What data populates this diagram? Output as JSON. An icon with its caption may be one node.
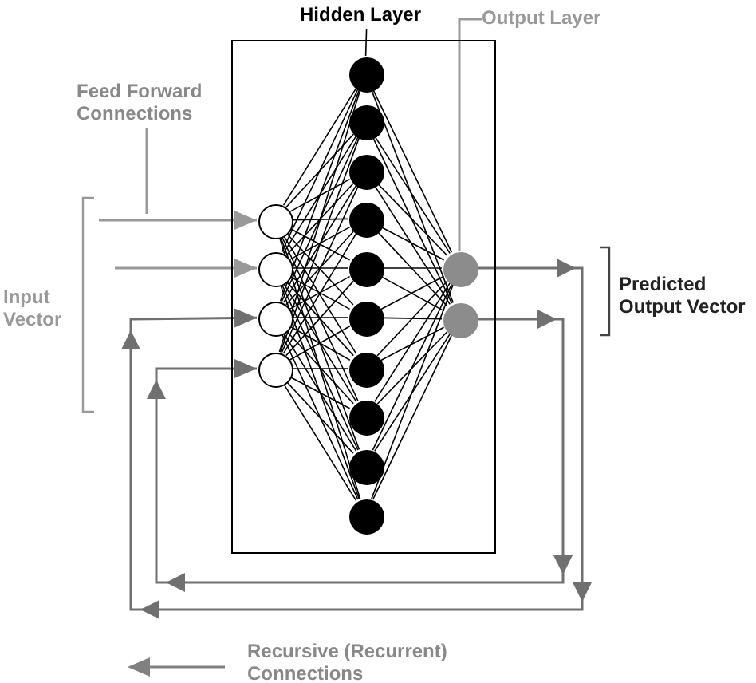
{
  "diagram": {
    "nodes": [
      {
        "text": [
          "Hidden Layer"
        ]
      },
      {
        "text": [
          "Output Layer"
        ]
      },
      {
        "text": [
          "Feed Forward Connections"
        ]
      },
      {
        "text": [],
        "shape": "box"
      },
      {
        "text": [],
        "shape": "circle",
        "in": 3
      },
      {
        "text": [],
        "shape": "circle",
        "in": 3
      },
      {
        "text": [],
        "shape": "circle",
        "in": 3
      },
      {
        "text": [],
        "shape": "circle",
        "in": 3
      },
      {
        "text": [],
        "shape": "circle",
        "in": 3
      },
      {
        "text": [],
        "shape": "circle",
        "in": 3
      },
      {
        "text": [],
        "shape": "circle",
        "in": 3
      },
      {
        "text": [],
        "shape": "circle",
        "in": 3
      },
      {
        "text": [],
        "shape": "circle",
        "in": 3
      },
      {
        "text": [],
        "shape": "circle",
        "in": 3
      },
      {
        "text": [],
        "shape": "circle",
        "in": 3
      },
      {
        "text": [],
        "shape": "circle",
        "in": 3
      },
      {
        "text": [],
        "shape": "circle",
        "in": 3
      },
      {
        "text": [],
        "shape": "circle",
        "in": 3
      },
      {
        "text": [],
        "shape": "circle",
        "in": 3
      },
      {
        "text": [],
        "shape": "circle",
        "in": 3
      }
    ],
    "edges": [
      {
        "from": 4,
        "to": 8,
        "arrow": "none"
      },
      {
        "from": 4,
        "to": 9,
        "arrow": "none"
      },
      {
        "from": 4,
        "to": 10,
        "arrow": "none"
      },
      {
        "from": 4,
        "to": 11,
        "arrow": "none"
      },
      {
        "from": 4,
        "to": 12,
        "arrow": "none"
      },
      {
        "from": 4,
        "to": 13,
        "arrow": "none"
      },
      {
        "from": 4,
        "to": 14,
        "arrow": "none"
      },
      {
        "from": 4,
        "to": 15,
        "arrow": "none"
      },
      {
        "from": 4,
        "to": 16,
        "arrow": "none"
      },
      {
        "from": 4,
        "to": 17,
        "arrow": "none"
      },
      {
        "from": 5,
        "to": 8,
        "arrow": "none"
      },
      {
        "from": 5,
        "to": 9,
        "arrow": "none"
      },
      {
        "from": 5,
        "to": 10,
        "arrow": "none"
      },
      {
        "from": 5,
        "to": 11,
        "arrow": "none"
      },
      {
        "from": 5,
        "to": 12,
        "arrow": "none"
      },
      {
        "from": 5,
        "to": 13,
        "arrow": "none"
      },
      {
        "from": 5,
        "to": 14,
        "arrow": "none"
      },
      {
        "from": 5,
        "to": 15,
        "arrow": "none"
      },
      {
        "from": 5,
        "to": 16,
        "arrow": "none"
      },
      {
        "from": 5,
        "to": 17,
        "arrow": "none"
      },
      {
        "from": 6,
        "to": 8,
        "arrow": "none"
      },
      {
        "from": 6,
        "to": 9,
        "arrow": "none"
      },
      {
        "from": 6,
        "to": 10,
        "arrow": "none"
      },
      {
        "from": 6,
        "to": 11,
        "arrow": "none"
      },
      {
        "from": 6,
        "to": 12,
        "arrow": "none"
      },
      {
        "from": 6,
        "to": 13,
        "arrow": "none"
      },
      {
        "from": 6,
        "to": 14,
        "arrow": "none"
      },
      {
        "from": 6,
        "to": 15,
        "arrow": "none"
      },
      {
        "from": 6,
        "to": 16,
        "arrow": "none"
      },
      {
        "from": 6,
        "to": 17,
        "arrow": "none"
      },
      {
        "from": 7,
        "to": 8,
        "arrow": "none"
      },
      {
        "from": 7,
        "to": 9,
        "arrow": "none"
      },
      {
        "from": 7,
        "to": 10,
        "arrow": "none"
      },
      {
        "from": 7,
        "to": 11,
        "arrow": "none"
      },
      {
        "from": 7,
        "to": 12,
        "arrow": "none"
      },
      {
        "from": 7,
        "to": 13,
        "arrow": "none"
      },
      {
        "from": 7,
        "to": 14,
        "arrow": "none"
      },
      {
        "from": 7,
        "to": 15,
        "arrow": "none"
      },
      {
        "from": 7,
        "to": 16,
        "arrow": "none"
      },
      {
        "from": 7,
        "to": 17,
        "arrow": "none"
      },
      {
        "from": 8,
        "to": 18,
        "arrow": "none"
      },
      {
        "from": 8,
        "to": 19,
        "arrow": "none"
      },
      {
        "from": 9,
        "to": 18,
        "arrow": "none"
      },
      {
        "from": 9,
        "to": 19,
        "arrow": "none"
      },
      {
        "from": 10,
        "to": 18,
        "arrow": "none"
      },
      {
        "from": 10,
        "to": 19,
        "arrow": "none"
      },
      {
        "from": 11,
        "to": 18,
        "arrow": "none"
      },
      {
        "from": 11,
        "to": 19,
        "arrow": "none"
      },
      {
        "from": 12,
        "to": 18,
        "arrow": "none"
      },
      {
        "from": 12,
        "to": 19,
        "arrow": "none"
      },
      {
        "from": 13,
        "to": 18,
        "arrow": "none"
      },
      {
        "from": 13,
        "to": 19,
        "arrow": "none"
      },
      {
        "from": 14,
        "to": 18,
        "arrow": "none"
      },
      {
        "from": 14,
        "to": 19,
        "arrow": "none"
      },
      {
        "from": 15,
        "to": 18,
        "arrow": "none"
      },
      {
        "from": 15,
        "to": 19,
        "arrow": "none"
      },
      {
        "from": 16,
        "to": 18,
        "arrow": "none"
      },
      {
        "from": 16,
        "to": 19,
        "arrow": "none"
      },
      {
        "from": 17,
        "to": 18,
        "arrow": "none"
      },
      {
        "from": 17,
        "to": 19,
        "arrow": "none"
      },
      {
        "from": null,
        "to": 4,
        "arrow": "to",
        "color": "#999999"
      },
      {
        "from": null,
        "to": 5,
        "arrow": "to",
        "color": "#999999"
      },
      {
        "from": 18,
        "to": 6,
        "arrow": "to",
        "color": "#707070"
      },
      {
        "from": 19,
        "to": 7,
        "arrow": "to",
        "color": "#707070"
      },
      {
        "from": 0,
        "to": 8,
        "arrow": "none"
      },
      {
        "from": 1,
        "to": 18,
        "arrow": "none",
        "color": "#999999"
      },
      {
        "from": 2,
        "to": null,
        "arrow": "none",
        "color": "#999999"
      }
    ],
    "labels": [
      "Input Vector",
      "Predicted Output Vector"
    ],
    "legend": [
      {
        "text": "Recursive (Recurrent) Connections"
      }
    ]
  }
}
